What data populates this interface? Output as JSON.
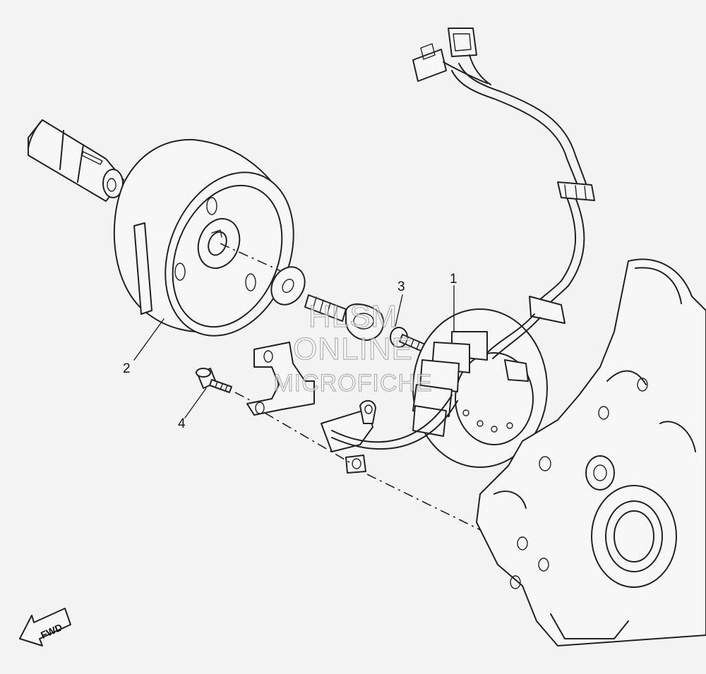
{
  "callouts": [
    {
      "id": "1",
      "label": "1"
    },
    {
      "id": "2",
      "label": "2"
    },
    {
      "id": "3",
      "label": "3"
    },
    {
      "id": "4",
      "label": "4"
    }
  ],
  "direction_arrow": {
    "label": "FWD"
  },
  "watermark": {
    "line1": "HLSM",
    "line2": "ONLINE",
    "line3": "MICROFICHE"
  }
}
